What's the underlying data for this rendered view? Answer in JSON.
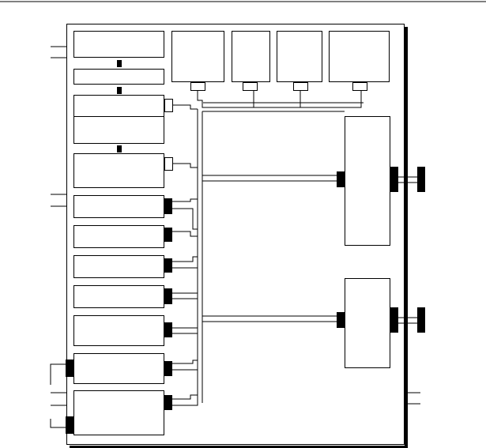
{
  "diagram": {
    "colors": {
      "stroke": "#000000",
      "fill": "#ffffff",
      "port": "#000000"
    },
    "blocks": {
      "left_stack": [
        "block-1",
        "block-2",
        "block-3",
        "block-4",
        "block-5",
        "block-6",
        "block-7",
        "block-8",
        "block-9",
        "block-10",
        "block-11"
      ],
      "top_row": [
        "top-block-1",
        "top-block-2",
        "top-block-3",
        "top-block-4"
      ],
      "right_column": [
        "right-block-1",
        "right-block-2"
      ]
    }
  }
}
